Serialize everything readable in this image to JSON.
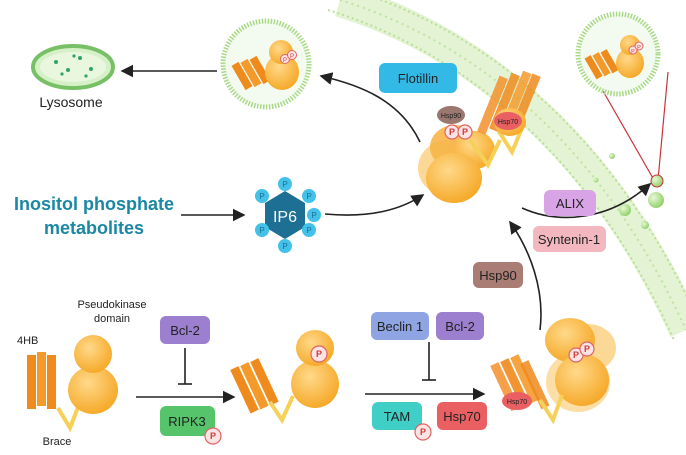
{
  "labels": {
    "lysosome": "Lysosome",
    "inositol_line1": "Inositol phosphate",
    "inositol_line2": "metabolites",
    "ip6": "IP6",
    "phospho": "P",
    "flotillin": "Flotillin",
    "alix": "ALIX",
    "syntenin": "Syntenin-1",
    "hsp90": "Hsp90",
    "hsp70": "Hsp70",
    "bcl2": "Bcl-2",
    "ripk3": "RIPK3",
    "beclin1": "Beclin 1",
    "tam": "TAM",
    "fourhb": "4HB",
    "pseudokinase_line1": "Pseudokinase",
    "pseudokinase_line2": "domain",
    "brace": "Brace"
  },
  "colors": {
    "flotillin": "#33b9e6",
    "alix": "#d9a4e6",
    "syntenin": "#f3b7bf",
    "hsp90": "#a97d74",
    "hsp70": "#ea5f62",
    "bcl2": "#9c7fcf",
    "ripk3": "#56c46a",
    "beclin1": "#8fa4e3",
    "tam": "#3fcfc6",
    "ip6": "#1d6f93",
    "phospho_ring": "#e06464",
    "membrane": "#a7d97f",
    "orange": "#f08c1c",
    "yellow": "#f6c24e",
    "heading": "#1a87a3"
  }
}
